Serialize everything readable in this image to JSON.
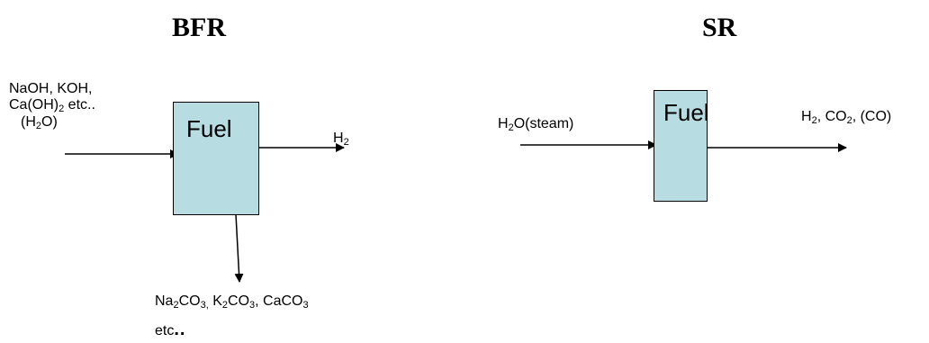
{
  "bfr": {
    "title": "BFR",
    "reactor_label": "Fuel",
    "inputs": {
      "line1_main": "NaOH, KOH,",
      "line2_pre": "Ca(OH)",
      "line2_sub": "2",
      "line2_post": " etc..",
      "line3_pre": "(H",
      "line3_sub": "2",
      "line3_post": "O)"
    },
    "output_gas": {
      "pre": "H",
      "sub": "2"
    },
    "output_solid": {
      "na": "Na",
      "na_sub": "2",
      "c1": "CO",
      "c1_sub": "3,",
      "k": " K",
      "k_sub": "2",
      "c2": "CO",
      "c2_sub": "3",
      "ca": ", CaCO",
      "ca_sub": "3",
      "etc": "etc",
      "dots": ".."
    }
  },
  "sr": {
    "title": "SR",
    "reactor_label": "Fuel",
    "input": {
      "pre": "H",
      "sub": "2",
      "post": "O(steam)"
    },
    "output": {
      "h": "H",
      "h_sub": "2",
      "mid": ", CO",
      "co_sub": "2",
      "post": ", (CO)"
    }
  },
  "colors": {
    "reactor_fill": "#b7dde3",
    "stroke": "#000000"
  }
}
